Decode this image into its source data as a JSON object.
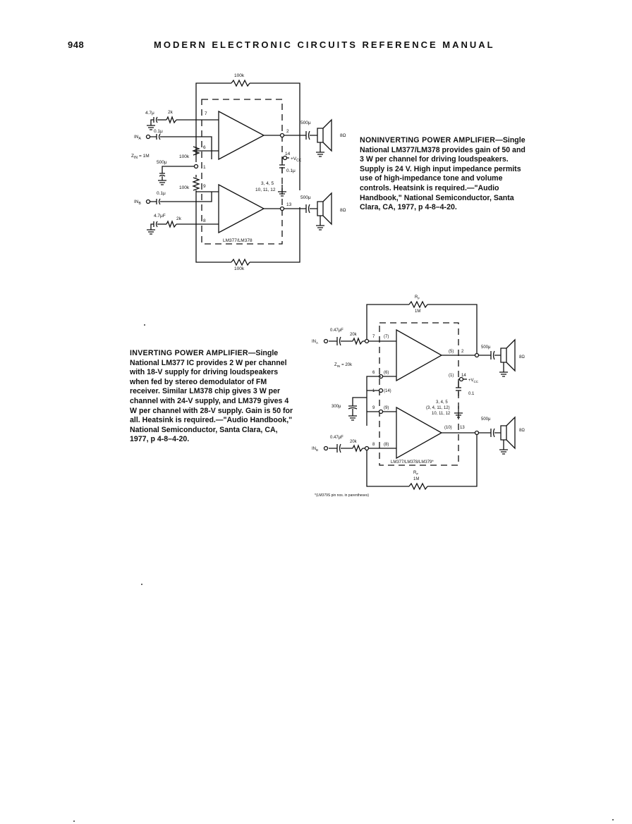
{
  "header": {
    "page_number": "948",
    "running_title": "MODERN ELECTRONIC CIRCUITS REFERENCE MANUAL"
  },
  "figure1": {
    "caption_title": "NONINVERTING POWER AMPLIFIER",
    "caption_body": "—Single National LM377/LM378 provides gain of 50 and 3 W per channel for driving loudspeakers. Supply is 24 V. High input impedance permits use of high-impedance tone and volume controls. Heatsink is required.—\"Audio Handbook,\" National Semiconductor, Santa Clara, CA, 1977, p 4-8–4-20.",
    "labels": {
      "r_feedback_top": "100k",
      "r_feedback_bottom": "100k",
      "c_top_bypass": "4.7μ",
      "r_top_gain": "2k",
      "c_in_a": "0.1μ",
      "in_a": "IN",
      "in_a_sub": "A",
      "zin": "Z",
      "zin_sub": "IN",
      "zin_val": "= 1M",
      "c_mid": "500μ",
      "r_bias_a": "100k",
      "r_bias_b": "100k",
      "c_in_b": "0.1μ",
      "in_b": "IN",
      "in_b_sub": "B",
      "c_bottom_bypass": "4.7μF",
      "r_bottom_gain": "2k",
      "pin_7": "7",
      "pin_6": "6",
      "pin_1": "1",
      "pin_9": "9",
      "pin_8": "8",
      "pin_2": "2",
      "pin_14": "14",
      "pin_13": "13",
      "gnd_pins_a": "3, 4, 5",
      "gnd_pins_b": "10, 11, 12",
      "vcc": "+V",
      "vcc_sub": "CC",
      "c_supply": "0.1μ",
      "c_out_a": "500μ",
      "c_out_b": "500μ",
      "spk_a": "8Ω",
      "spk_b": "8Ω",
      "chip": "LM377/LM378"
    }
  },
  "figure2": {
    "caption_title": "INVERTING POWER AMPLIFIER",
    "caption_body": "—Single National LM377 IC provides 2 W per channel with 18-V supply for driving loudspeakers when fed by stereo demodulator of FM receiver. Similar LM378 chip gives 3 W per channel with 24-V supply, and LM379 gives 4 W per channel with 28-V supply. Gain is 50 for all. Heatsink is required.—\"Audio Handbook,\" National Semiconductor, Santa Clara, CA, 1977, p 4-8–4-20.",
    "labels": {
      "rf": "R",
      "rf_sub": "F",
      "rf_val": "1M",
      "c_in_a": "0.47μF",
      "r_in_a": "20k",
      "in_a": "IN",
      "in_a_sub": "A",
      "zin": "Z",
      "zin_sub": "IN",
      "zin_val": "= 20k",
      "pin_7": "7",
      "pin_7p": "(7)",
      "pin_6": "6",
      "pin_6p": "(6)",
      "pin_1": "1",
      "pin_14p": "(14)",
      "c_bias": "300μ",
      "pin_9": "9",
      "pin_9p": "(9)",
      "c_in_b": "0.47μF",
      "r_in_b": "20k",
      "in_b": "IN",
      "in_b_sub": "B",
      "pin_8": "8",
      "pin_8p": "(8)",
      "pin_5p": "(5)",
      "pin_2": "2",
      "pin_1p": "(1)",
      "pin_14": "14",
      "vcc": "+V",
      "vcc_sub": "CC",
      "c_supply": "0.1",
      "gnd_pins_a": "3, 4, 5",
      "gnd_pins_p": "(3, 4, 11, 12)",
      "gnd_pins_b": "10, 11, 12",
      "pin_10p": "(10)",
      "pin_13": "13",
      "c_out_a": "500μ",
      "c_out_b": "500μ",
      "spk_a": "8Ω",
      "spk_b": "8Ω",
      "chip": "LM377/LM378/LM379*",
      "rf2": "R",
      "rf2_sub": "F",
      "rf2_val": "1M",
      "footnote": "*(LM379S pin nos. in parentheses)"
    }
  }
}
